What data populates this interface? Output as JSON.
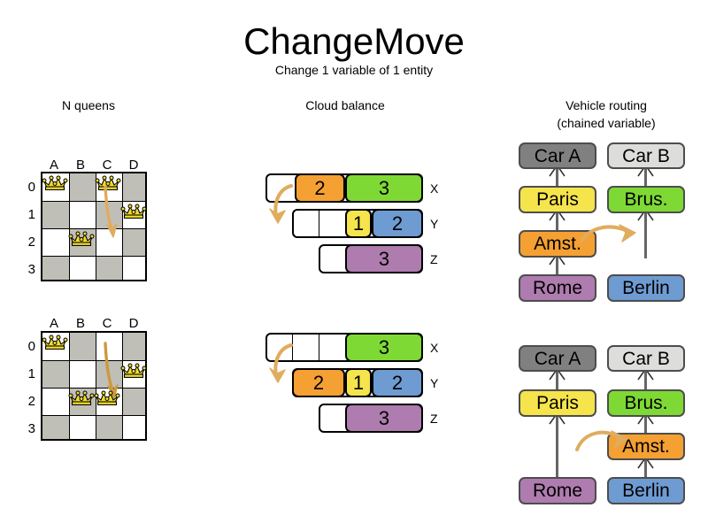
{
  "header": {
    "title": "ChangeMove",
    "subtitle": "Change 1 variable of 1 entity"
  },
  "sections": {
    "nqueens": {
      "heading": "N queens"
    },
    "cloud": {
      "heading": "Cloud balance"
    },
    "routing": {
      "heading_line1": "Vehicle routing",
      "heading_line2": "(chained variable)"
    }
  },
  "colors": {
    "orange": "#F5A033",
    "green": "#7FD935",
    "yellow": "#F5E44C",
    "blue": "#6E9BD1",
    "purple": "#AE7CAE",
    "gray_dark": "#808080",
    "gray_light": "#DDDDDC",
    "cell_dark": "#BFBFB8",
    "cell_light": "#FFFFFF",
    "arrow": "#E0AC5E",
    "edge": "#666666"
  },
  "chart_data": [
    {
      "type": "table",
      "title": "N queens - before",
      "files": [
        "A",
        "B",
        "C",
        "D"
      ],
      "ranks": [
        "0",
        "1",
        "2",
        "3"
      ],
      "queens": [
        {
          "file": "A",
          "rank": "0"
        },
        {
          "file": "C",
          "rank": "0"
        },
        {
          "file": "D",
          "rank": "1"
        },
        {
          "file": "B",
          "rank": "2"
        }
      ],
      "move": {
        "from": "C0",
        "to": "C2"
      }
    },
    {
      "type": "table",
      "title": "N queens - after",
      "files": [
        "A",
        "B",
        "C",
        "D"
      ],
      "ranks": [
        "0",
        "1",
        "2",
        "3"
      ],
      "queens": [
        {
          "file": "A",
          "rank": "0"
        },
        {
          "file": "D",
          "rank": "1"
        },
        {
          "file": "B",
          "rank": "2"
        },
        {
          "file": "C",
          "rank": "2"
        }
      ],
      "move": {
        "from": "C0",
        "to": "C2"
      }
    },
    {
      "type": "bar",
      "title": "Cloud balance - before",
      "categories": [
        "X",
        "Y",
        "Z"
      ],
      "series": [
        {
          "name": "X",
          "segments": [
            {
              "value": "",
              "color": "#FFFFFF",
              "width": 33
            },
            {
              "value": "2",
              "color": "#F5A033",
              "width": 57
            },
            {
              "value": "3",
              "color": "#7FD935",
              "width": 88
            }
          ]
        },
        {
          "name": "Y",
          "segments": [
            {
              "value": "",
              "color": "#FFFFFF",
              "width": 30
            },
            {
              "value": "",
              "color": "#FFFFFF",
              "width": 30
            },
            {
              "value": "1",
              "color": "#F5E44C",
              "width": 30
            },
            {
              "value": "2",
              "color": "#6E9BD1",
              "width": 58
            }
          ]
        },
        {
          "name": "Z",
          "segments": [
            {
              "value": "",
              "color": "#FFFFFF",
              "width": 30
            },
            {
              "value": "3",
              "color": "#AE7CAE",
              "width": 88
            }
          ]
        }
      ],
      "move": {
        "from": "X",
        "to": "Y",
        "value": "2"
      }
    },
    {
      "type": "bar",
      "title": "Cloud balance - after",
      "categories": [
        "X",
        "Y",
        "Z"
      ],
      "series": [
        {
          "name": "X",
          "segments": [
            {
              "value": "",
              "color": "#FFFFFF",
              "width": 30
            },
            {
              "value": "",
              "color": "#FFFFFF",
              "width": 30
            },
            {
              "value": "",
              "color": "#FFFFFF",
              "width": 30
            },
            {
              "value": "3",
              "color": "#7FD935",
              "width": 88
            }
          ]
        },
        {
          "name": "Y",
          "segments": [
            {
              "value": "2",
              "color": "#F5A033",
              "width": 60
            },
            {
              "value": "1",
              "color": "#F5E44C",
              "width": 30
            },
            {
              "value": "2",
              "color": "#6E9BD1",
              "width": 58
            }
          ]
        },
        {
          "name": "Z",
          "segments": [
            {
              "value": "",
              "color": "#FFFFFF",
              "width": 30
            },
            {
              "value": "3",
              "color": "#AE7CAE",
              "width": 88
            }
          ]
        }
      ],
      "move": {
        "from": "X",
        "to": "Y",
        "value": "2"
      }
    },
    {
      "type": "diagram",
      "title": "Vehicle routing - before",
      "chains": [
        {
          "vehicle": "Car A",
          "nodes": [
            "Paris",
            "Amst.",
            "Rome"
          ]
        },
        {
          "vehicle": "Car B",
          "nodes": [
            "Brus.",
            "Berlin"
          ]
        }
      ],
      "move": {
        "entity": "Amst.",
        "from": "Car A chain",
        "to": "Car B chain"
      }
    },
    {
      "type": "diagram",
      "title": "Vehicle routing - after",
      "chains": [
        {
          "vehicle": "Car A",
          "nodes": [
            "Paris",
            "Rome"
          ]
        },
        {
          "vehicle": "Car B",
          "nodes": [
            "Brus.",
            "Amst.",
            "Berlin"
          ]
        }
      ],
      "move": {
        "entity": "Amst.",
        "from": "Car A chain",
        "to": "Car B chain"
      }
    }
  ],
  "nqueens": {
    "files": [
      "A",
      "B",
      "C",
      "D"
    ],
    "ranks": [
      "0",
      "1",
      "2",
      "3"
    ],
    "top_queens": [
      "A0",
      "C0",
      "D1",
      "B2"
    ],
    "bottom_queens": [
      "A0",
      "D1",
      "B2",
      "C2"
    ]
  },
  "cloud": {
    "labels": [
      "X",
      "Y",
      "Z"
    ],
    "top": {
      "x": [
        "",
        "2",
        "3"
      ],
      "y": [
        "",
        "",
        "1",
        "2"
      ],
      "z": [
        "",
        "3"
      ]
    },
    "bottom": {
      "x": [
        "",
        "",
        "",
        "3"
      ],
      "y": [
        "2",
        "1",
        "2"
      ],
      "z": [
        "",
        "3"
      ]
    }
  },
  "routing": {
    "top": {
      "car_a": "Car A",
      "car_b": "Car B",
      "paris": "Paris",
      "brussels": "Brus.",
      "amsterdam": "Amst.",
      "rome": "Rome",
      "berlin": "Berlin"
    },
    "bottom": {
      "car_a": "Car A",
      "car_b": "Car B",
      "paris": "Paris",
      "brussels": "Brus.",
      "amsterdam": "Amst.",
      "rome": "Rome",
      "berlin": "Berlin"
    }
  }
}
